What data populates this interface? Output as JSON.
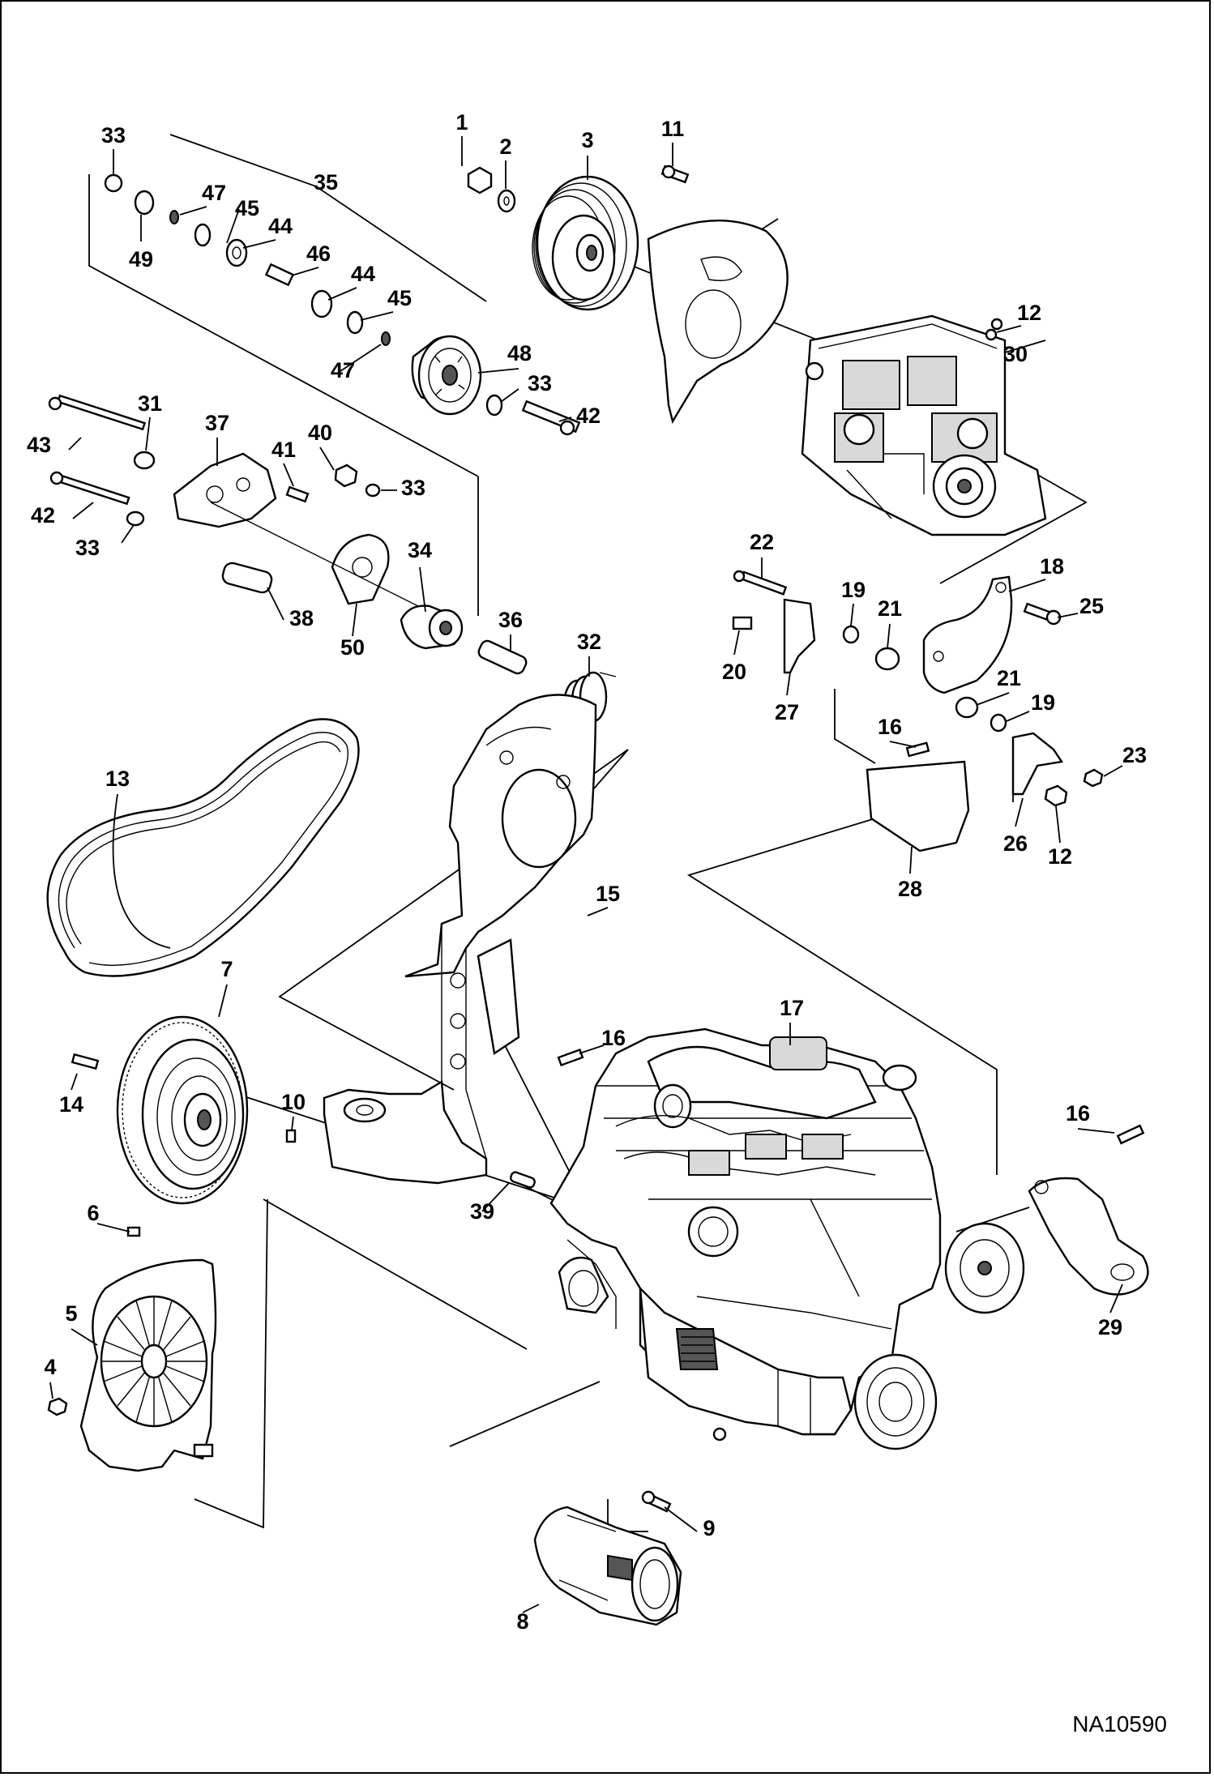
{
  "drawing_code": "NA10590",
  "callouts": {
    "c1": "1",
    "c2": "2",
    "c3": "3",
    "c4": "4",
    "c5": "5",
    "c6": "6",
    "c7": "7",
    "c8": "8",
    "c9": "9",
    "c10": "10",
    "c11": "11",
    "c12a": "12",
    "c12b": "12",
    "c13": "13",
    "c14": "14",
    "c15": "15",
    "c16a": "16",
    "c16b": "16",
    "c16c": "16",
    "c17": "17",
    "c18": "18",
    "c19a": "19",
    "c19b": "19",
    "c20": "20",
    "c21a": "21",
    "c21b": "21",
    "c22": "22",
    "c23": "23",
    "c25": "25",
    "c26": "26",
    "c27": "27",
    "c28": "28",
    "c29": "29",
    "c30": "30",
    "c31": "31",
    "c32": "32",
    "c33a": "33",
    "c33b": "33",
    "c33c": "33",
    "c33d": "33",
    "c34": "34",
    "c35": "35",
    "c36": "36",
    "c37": "37",
    "c38": "38",
    "c39": "39",
    "c40": "40",
    "c41": "41",
    "c42a": "42",
    "c42b": "42",
    "c43": "43",
    "c44a": "44",
    "c44b": "44",
    "c45a": "45",
    "c45b": "45",
    "c46": "46",
    "c47a": "47",
    "c47b": "47",
    "c48": "48",
    "c49": "49",
    "c50": "50"
  }
}
